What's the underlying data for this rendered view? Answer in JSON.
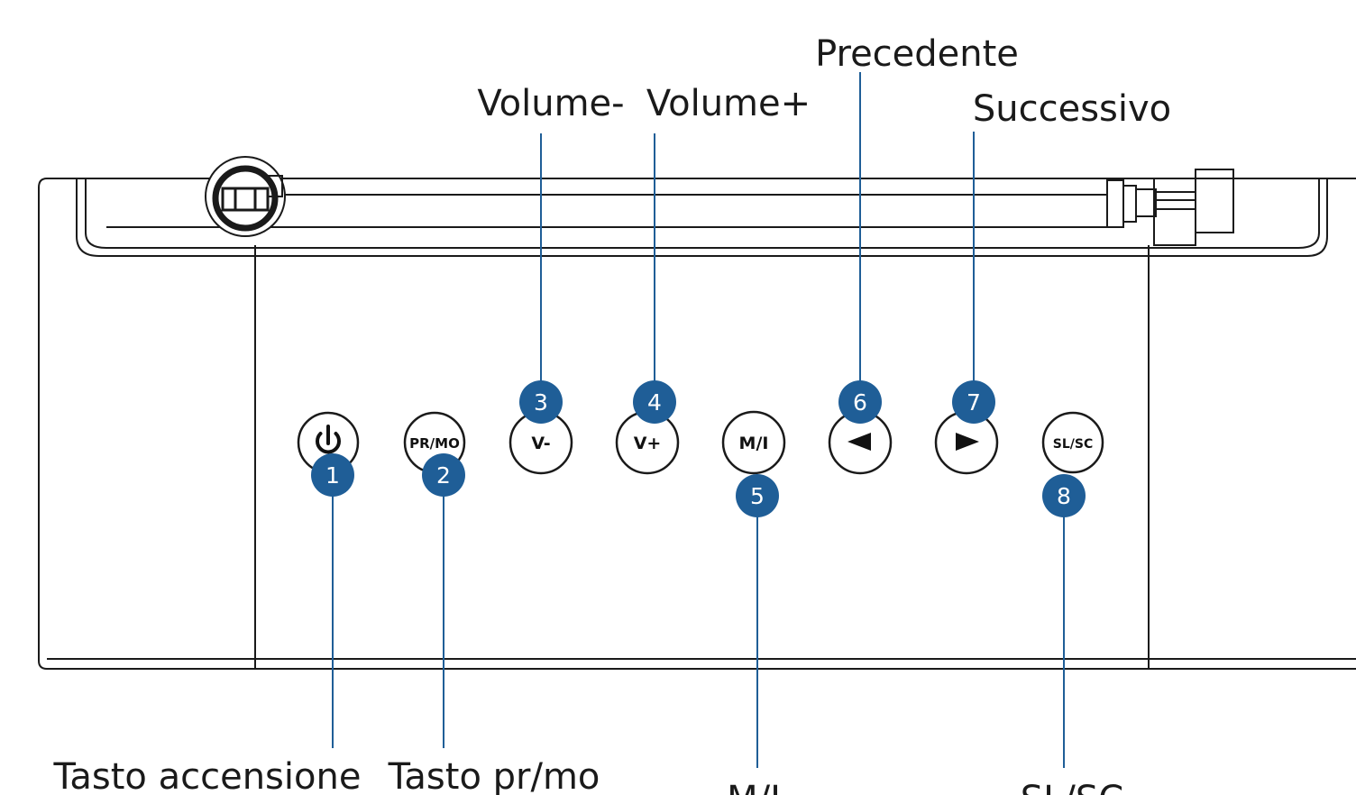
{
  "colors": {
    "accent": "#1f5e97",
    "outline": "#1a1a1a"
  },
  "labels": {
    "volume_down": "Volume-",
    "volume_up": "Volume+",
    "previous": "Precedente",
    "next": "Successivo",
    "power": "Tasto accensione",
    "pr_mo": "Tasto pr/mo",
    "mi": "M/I",
    "sl_sc": "SL/SC"
  },
  "buttons": {
    "power": {
      "icon": "power-icon",
      "badge": "1"
    },
    "pr_mo": {
      "text": "PR/MO",
      "badge": "2"
    },
    "volume_down": {
      "text": "V-",
      "badge": "3"
    },
    "volume_up": {
      "text": "V+",
      "badge": "4"
    },
    "mi": {
      "text": "M/I",
      "badge": "5"
    },
    "previous": {
      "icon": "triangle-left-icon",
      "badge": "6"
    },
    "next": {
      "icon": "triangle-right-icon",
      "badge": "7"
    },
    "sl_sc": {
      "text": "SL/SC",
      "badge": "8"
    }
  }
}
